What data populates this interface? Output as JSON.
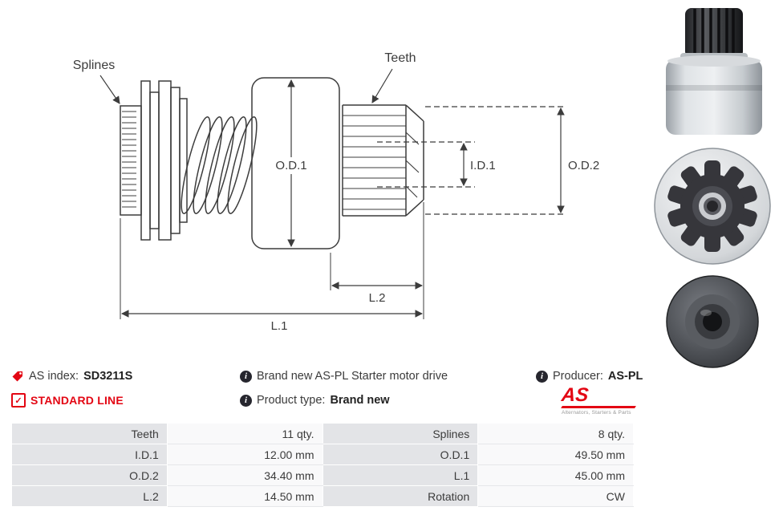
{
  "diagram": {
    "labels": {
      "splines": "Splines",
      "teeth": "Teeth",
      "od1": "O.D.1",
      "id1": "I.D.1",
      "od2": "O.D.2",
      "l1": "L.1",
      "l2": "L.2"
    }
  },
  "info": {
    "as_index_label": "AS index:",
    "as_index_value": "SD3211S",
    "standard_line_label": "STANDARD LINE",
    "description": "Brand new AS-PL Starter motor drive",
    "product_type_label": "Product type:",
    "product_type_value": "Brand new",
    "producer_label": "Producer:",
    "producer_value": "AS-PL",
    "logo_text": "AS",
    "logo_subtext": "Alternators, Starters & Parts"
  },
  "icons": {
    "info_glyph": "i",
    "check_glyph": "✓"
  },
  "specs": {
    "rows": [
      [
        "Teeth",
        "11 qty.",
        "Splines",
        "8 qty."
      ],
      [
        "I.D.1",
        "12.00 mm",
        "O.D.1",
        "49.50 mm"
      ],
      [
        "O.D.2",
        "34.40 mm",
        "L.1",
        "45.00 mm"
      ],
      [
        "L.2",
        "14.50 mm",
        "Rotation",
        "CW"
      ]
    ]
  },
  "colors": {
    "accent_red": "#e30613",
    "text": "#3b3b3b",
    "table_label_bg": "#e3e4e7",
    "table_value_bg": "#f9f9fa"
  }
}
